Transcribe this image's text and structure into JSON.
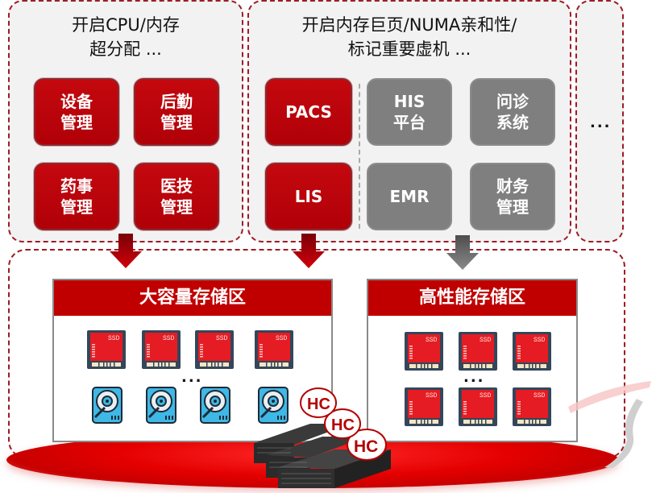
{
  "panels": {
    "left": {
      "title_line1": "开启CPU/内存",
      "title_line2": "超分配 ...",
      "apps": [
        {
          "label": "设备\n管理",
          "color": "red"
        },
        {
          "label": "后勤\n管理",
          "color": "red"
        },
        {
          "label": "药事\n管理",
          "color": "red"
        },
        {
          "label": "医技\n管理",
          "color": "red"
        }
      ]
    },
    "middle": {
      "title_line1": "开启内存巨页/NUMA亲和性/",
      "title_line2": "标记重要虚机 ...",
      "apps": [
        {
          "label": "PACS",
          "color": "red"
        },
        {
          "label": "HIS\n平台",
          "color": "gray"
        },
        {
          "label": "问诊\n系统",
          "color": "gray"
        },
        {
          "label": "LIS",
          "color": "red"
        },
        {
          "label": "EMR",
          "color": "gray"
        },
        {
          "label": "财务\n管理",
          "color": "gray"
        }
      ]
    },
    "right": {
      "more": "..."
    }
  },
  "storage": {
    "capacity": {
      "title": "大容量存储区",
      "ssd_count": 4,
      "hdd_count": 4,
      "more": "...",
      "ssd_label": "SSD"
    },
    "performance": {
      "title": "高性能存储区",
      "ssd_count": 6,
      "more": "...",
      "ssd_label": "SSD"
    }
  },
  "servers": {
    "badges": [
      "HC",
      "HC",
      "HC"
    ]
  },
  "colors": {
    "brand_red": "#c00000",
    "gray": "#7f7f7f",
    "dash_red": "#9e1b25"
  }
}
